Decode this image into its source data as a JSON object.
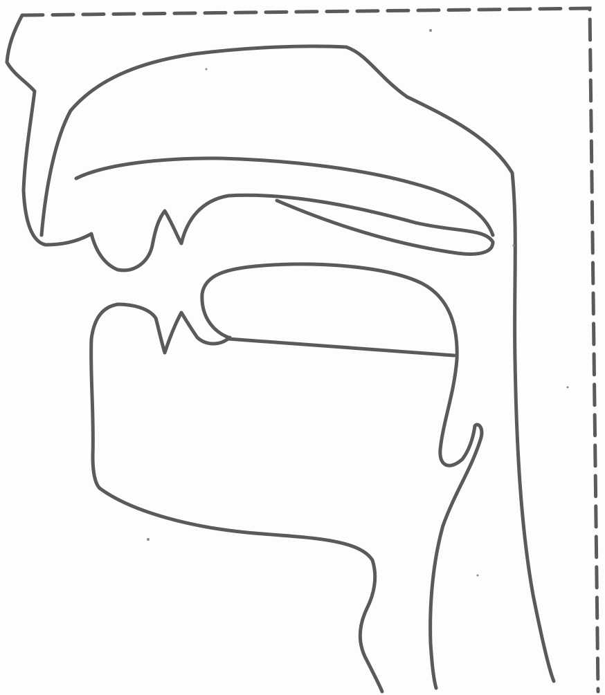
{
  "figure": {
    "kind": "sagittal-outline-drawing",
    "stroke_color": "#5a5a5a",
    "background_color": "#fdfdfc",
    "parts": [
      "head-profile",
      "nasal-cavity",
      "hard-palate",
      "upper-lip",
      "upper-teeth",
      "lower-lip",
      "lower-teeth",
      "tongue",
      "velum-line",
      "epiglottis",
      "jaw-and-throat",
      "pharynx-back-wall",
      "frame-border"
    ]
  }
}
